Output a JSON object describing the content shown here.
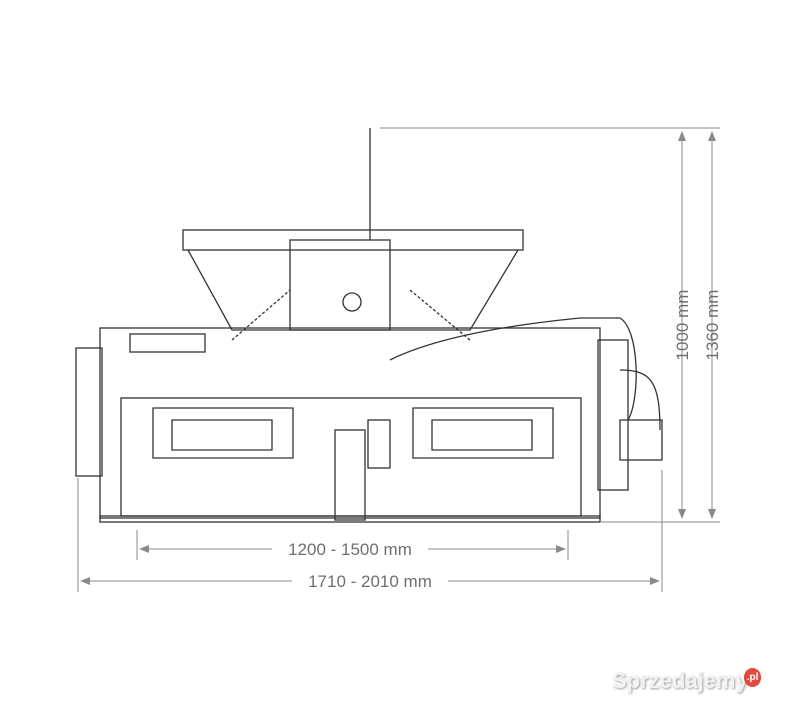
{
  "dimensions": {
    "width_inner": "1200 - 1500 mm",
    "width_outer": "1710 - 2010 mm",
    "height_inner": "1000 mm",
    "height_outer": "1360 mm"
  },
  "colors": {
    "line": "#333333",
    "dimension": "#6f6f6f",
    "watermark_dot": "#e04a3f"
  },
  "watermark": {
    "text": "Sprzedajemy",
    "suffix": ".pl"
  }
}
